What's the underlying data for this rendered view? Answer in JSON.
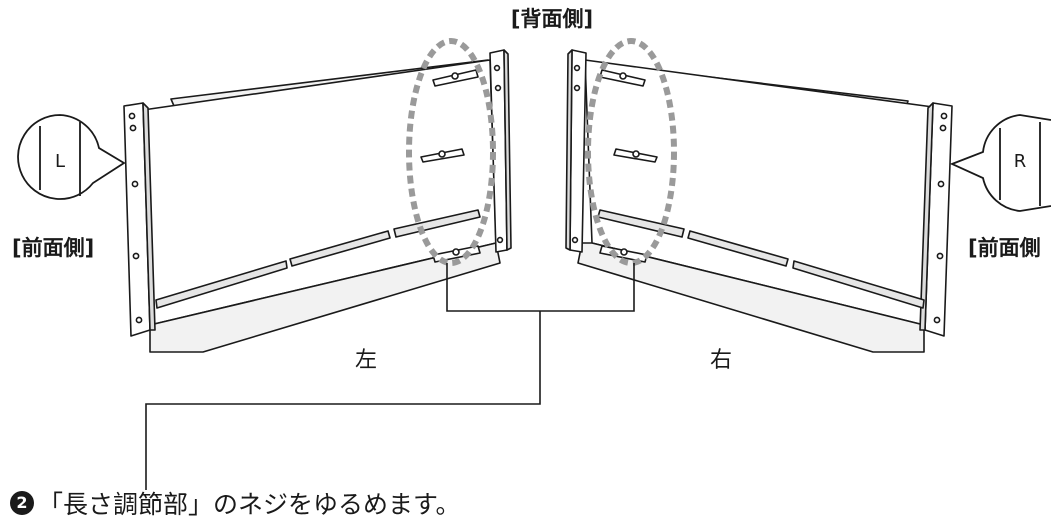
{
  "labels": {
    "back_side": "[背面側]",
    "front_side_left": "[前面側]",
    "front_side_right": "[前面側",
    "left_panel": "左",
    "right_panel": "右",
    "marker_left": "L",
    "marker_right": "R"
  },
  "instruction": {
    "step_number": "2",
    "text": "「長さ調節部」のネジをゆるめます。"
  },
  "colors": {
    "line": "#1a1a1a",
    "dash_highlight": "#9a9a9a",
    "panel_fill": "#ffffff",
    "rail_fill": "#e6e6e6"
  }
}
